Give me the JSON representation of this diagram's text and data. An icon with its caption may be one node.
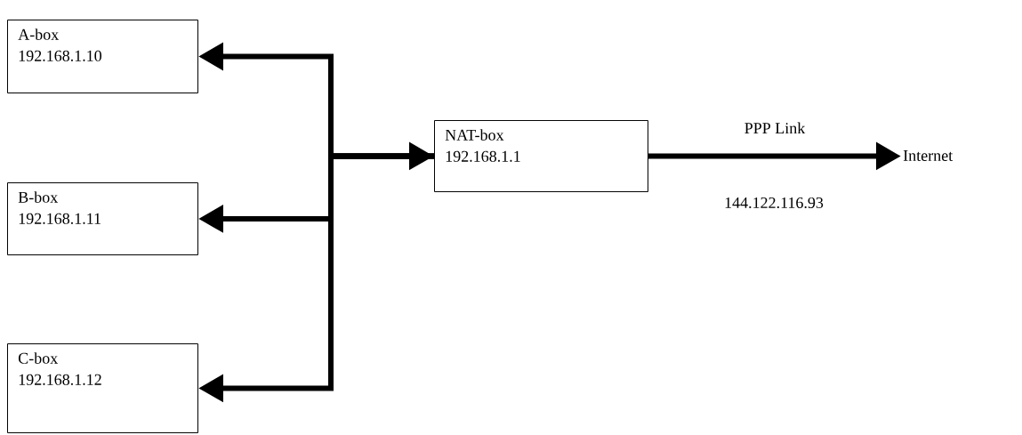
{
  "diagram": {
    "nodes": [
      {
        "text": [
          "A-box",
          "192.168.1.10"
        ]
      },
      {
        "text": [
          "B-box",
          "192.168.1.11"
        ]
      },
      {
        "text": [
          "C-box",
          "192.168.1.12"
        ]
      },
      {
        "text": [
          "NAT-box",
          "192.168.1.1"
        ]
      },
      {
        "text": [
          "Internet"
        ]
      }
    ],
    "edges": [
      {
        "from": null,
        "to": 3,
        "arrow": "to"
      },
      {
        "from": 3,
        "to": 0,
        "arrow": "to"
      },
      {
        "from": 3,
        "to": 1,
        "arrow": "to"
      },
      {
        "from": 3,
        "to": 2,
        "arrow": "to"
      },
      {
        "from": 3,
        "to": 4,
        "arrow": "to",
        "label": "PPP Link"
      }
    ],
    "labels": [
      "144.122.116.93"
    ]
  }
}
